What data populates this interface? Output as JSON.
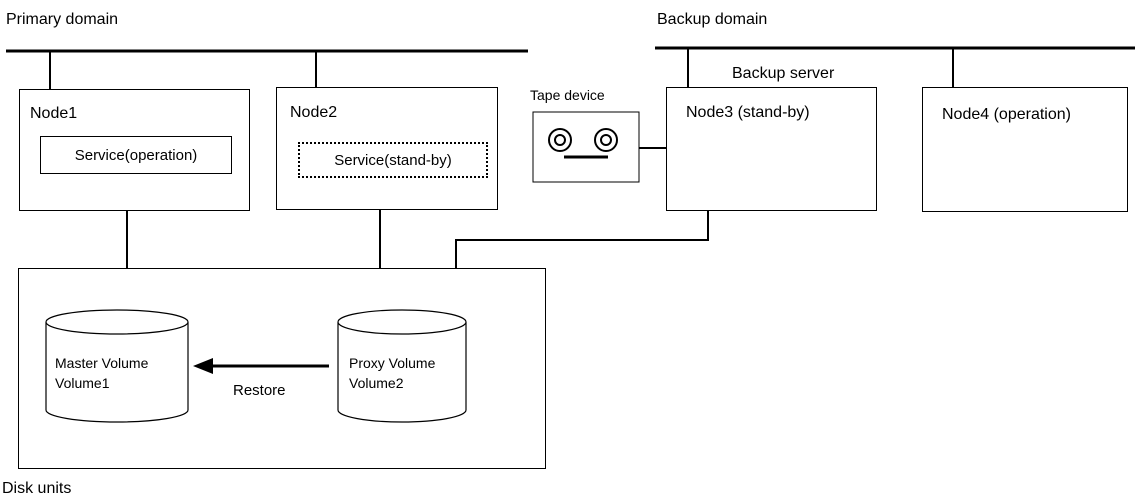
{
  "domains": {
    "primary": "Primary domain",
    "backup": "Backup domain"
  },
  "nodes": {
    "node1": {
      "title": "Node1",
      "service": "Service(operation)"
    },
    "node2": {
      "title": "Node2",
      "service": "Service(stand-by)"
    },
    "node3": {
      "title": "Node3 (stand-by)",
      "role": "Backup server"
    },
    "node4": {
      "title": "Node4 (operation)"
    }
  },
  "tape": {
    "label": "Tape device"
  },
  "disk": {
    "label": "Disk units",
    "master": {
      "line1": "Master Volume",
      "line2": "Volume1"
    },
    "proxy": {
      "line1": "Proxy Volume",
      "line2": "Volume2"
    },
    "action": "Restore"
  }
}
